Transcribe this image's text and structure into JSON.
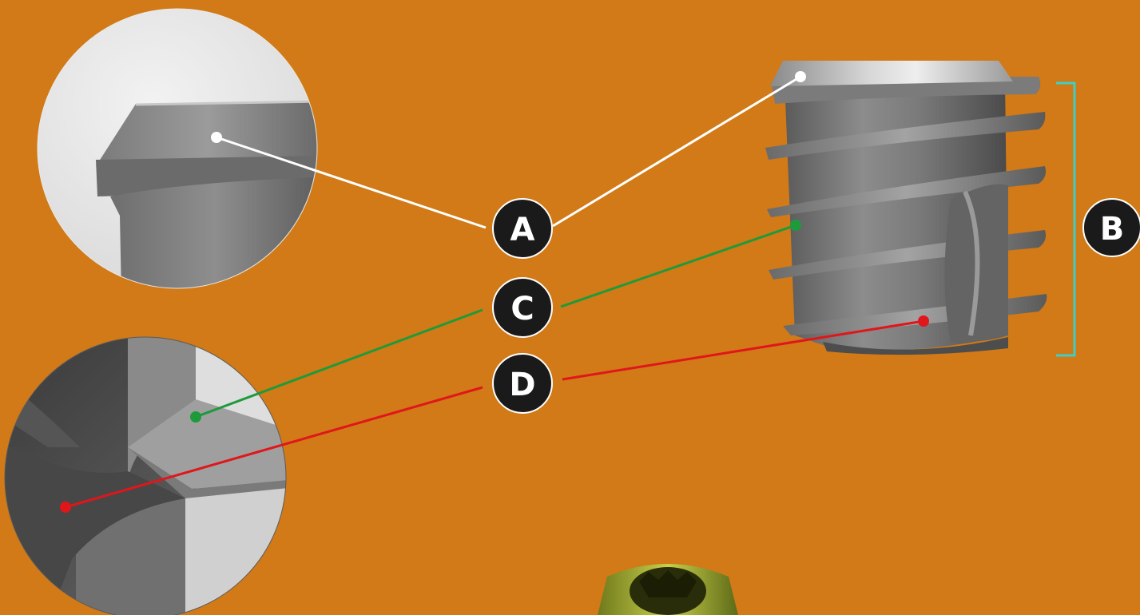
{
  "background_color": "#D17A17",
  "callouts": {
    "a": {
      "label": "A",
      "line_color": "#FFFFFF"
    },
    "b": {
      "label": "B",
      "bracket_color": "#3ECFC4"
    },
    "c": {
      "label": "C",
      "line_color": "#1E9A3A"
    },
    "d": {
      "label": "D",
      "line_color": "#E0161B"
    }
  },
  "badge_color": "#1A1A1A"
}
